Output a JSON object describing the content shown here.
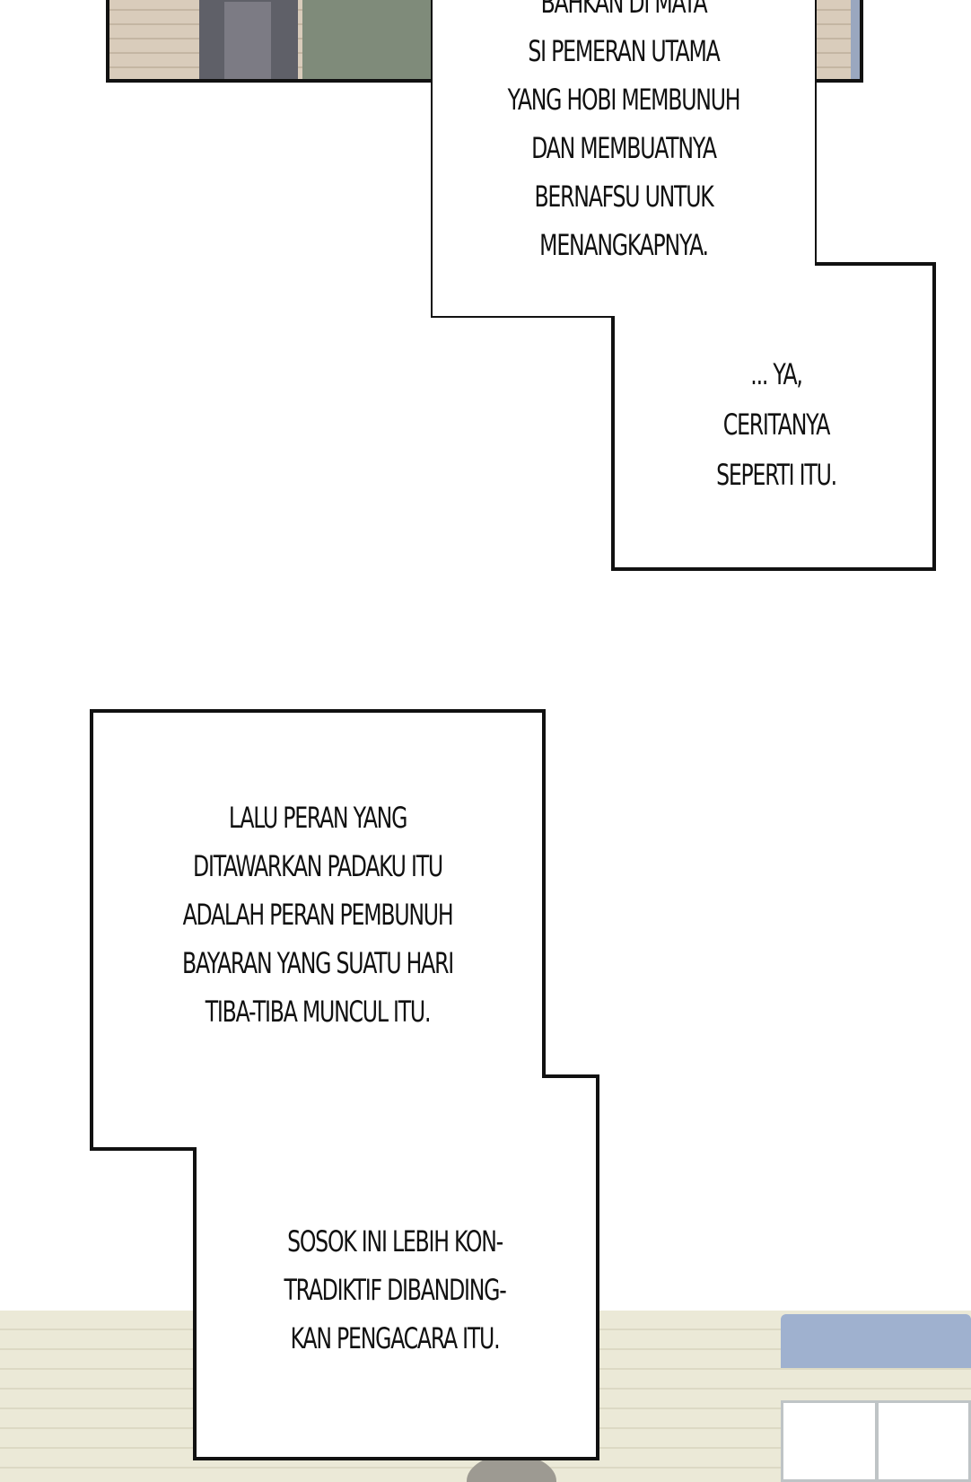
{
  "panels": {
    "top_caption": {
      "lines": [
        "BAHKAN DI MATA",
        "SI PEMERAN UTAMA",
        "YANG HOBI MEMBUNUH",
        "DAN MEMBUATNYA",
        "BERNAFSU UNTUK",
        "MENANGKAPNYA."
      ],
      "continuation_lines": [
        "... YA,",
        "CERITANYA",
        "SEPERTI ITU."
      ]
    },
    "middle_caption": {
      "lines": [
        "LALU PERAN YANG",
        "DITAWARKAN PADAKU ITU",
        "ADALAH PERAN PEMBUNUH",
        "BAYARAN YANG SUATU HARI",
        "TIBA-TIBA MUNCUL ITU."
      ],
      "continuation_lines": [
        "SOSOK INI LEBIH KON-",
        "TRADIKTIF DIBANDING-",
        "KAN PENGACARA ITU."
      ]
    }
  },
  "colors": {
    "border": "#111111",
    "text": "#111111",
    "background": "#ffffff"
  }
}
